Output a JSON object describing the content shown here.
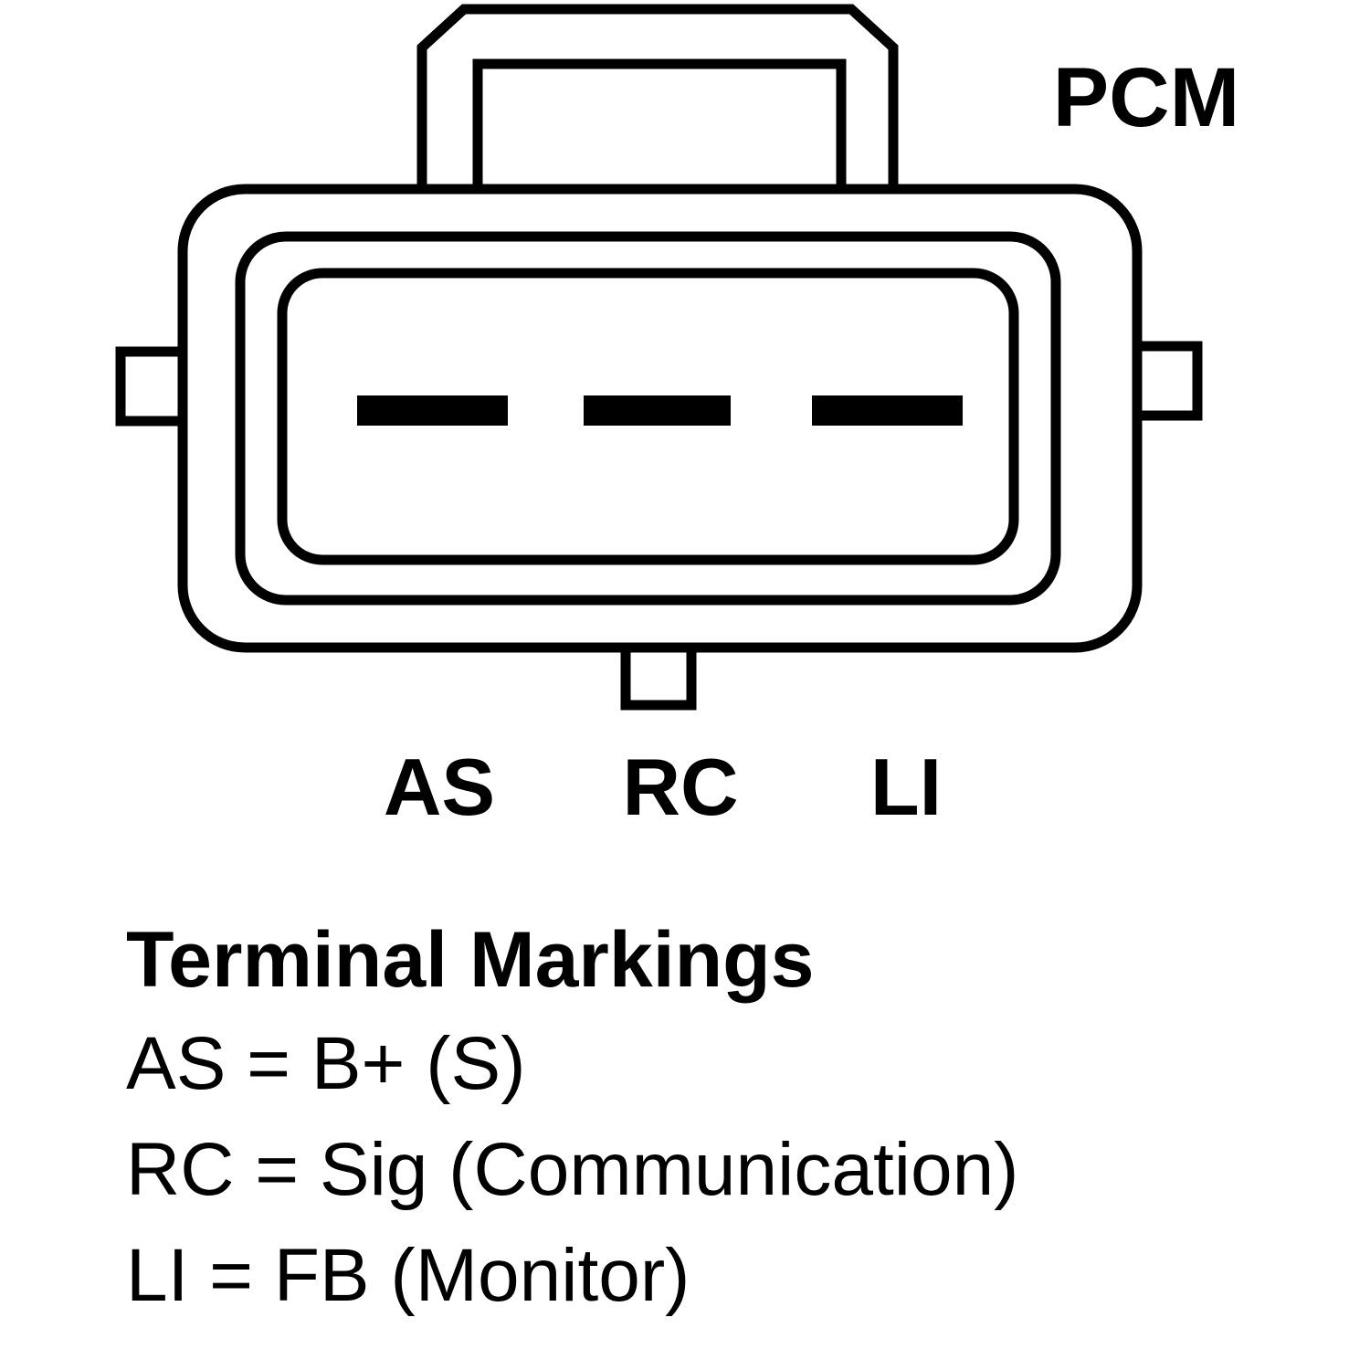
{
  "connector": {
    "label": "PCM",
    "terminals": [
      {
        "code": "AS"
      },
      {
        "code": "RC"
      },
      {
        "code": "LI"
      }
    ]
  },
  "legend": {
    "title": "Terminal Markings",
    "entries": [
      {
        "text": "AS = B+ (S)"
      },
      {
        "text": "RC = Sig (Communication)"
      },
      {
        "text": "LI = FB (Monitor)"
      }
    ]
  },
  "colors": {
    "line": "#000000",
    "background": "#ffffff",
    "pin_fill": "#000000"
  }
}
